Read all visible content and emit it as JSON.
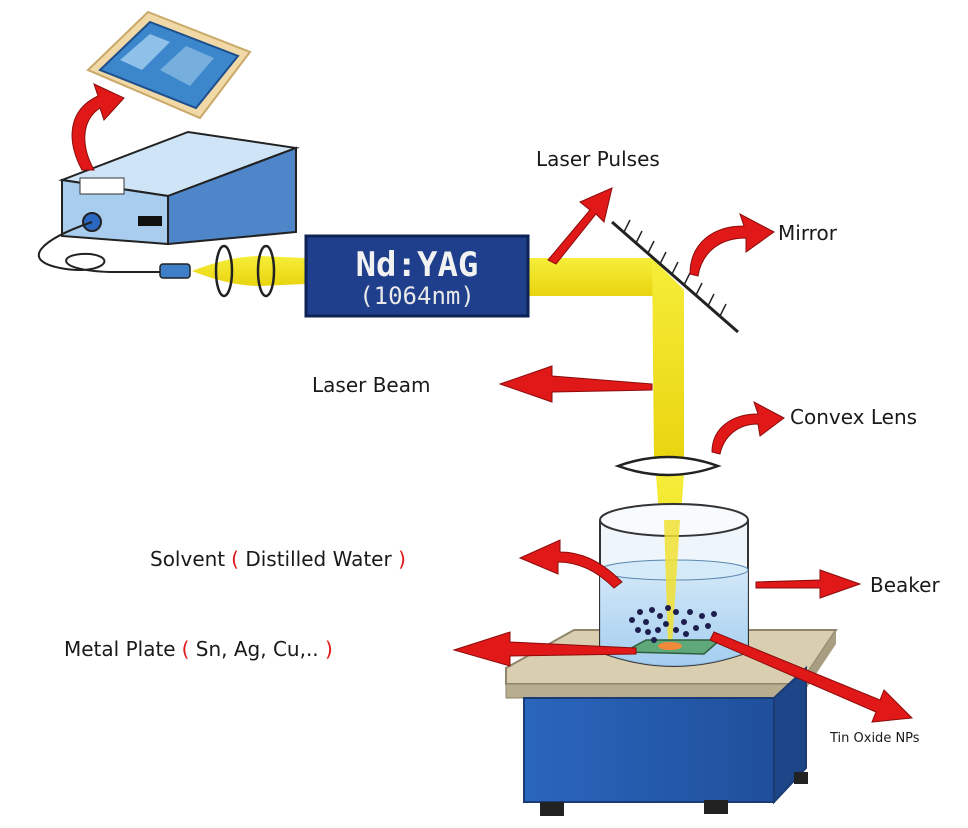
{
  "laser": {
    "title": "Nd:YAG",
    "wavelength": "(1064nm)"
  },
  "labels": {
    "laser_pulses": "Laser Pulses",
    "mirror": "Mirror",
    "laser_beam": "Laser Beam",
    "convex_lens": "Convex Lens",
    "beaker": "Beaker",
    "tin_oxide": "Tin Oxide NPs",
    "solvent_main": "Solvent",
    "solvent_open": "(",
    "solvent_detail": " Distilled Water ",
    "solvent_close": ")",
    "plate_main": "Metal Plate",
    "plate_open": "(",
    "plate_detail": " Sn, Ag, Cu,.. ",
    "plate_close": ")"
  },
  "colors": {
    "laser_box": "#1f3f8c",
    "beam": "#f4ea1e",
    "arrow": "#e01818",
    "stand": "#2f6fc4",
    "plate_top": "#d9cfb0"
  }
}
